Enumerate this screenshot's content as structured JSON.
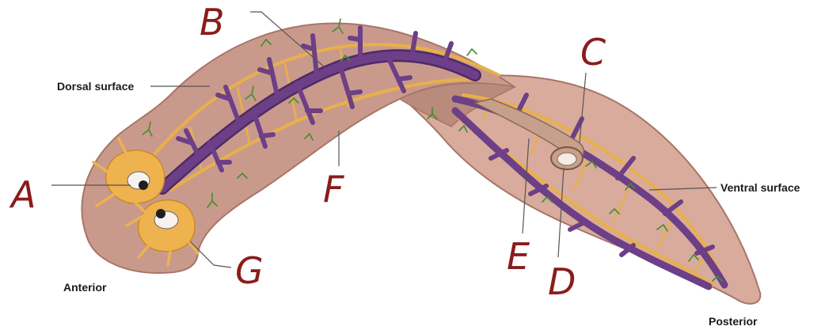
{
  "labels": {
    "dorsal_surface": "Dorsal surface",
    "ventral_surface": "Ventral surface",
    "anterior": "Anterior",
    "posterior": "Posterior"
  },
  "letters": {
    "a": "A",
    "b": "B",
    "c": "C",
    "d": "D",
    "e": "E",
    "f": "F",
    "g": "G"
  },
  "colors": {
    "body": "#c99a8c",
    "body_edge": "#a77567",
    "ventral_body": "#d8ab9c",
    "gut": "#6d3f86",
    "gut_dark": "#4e2a66",
    "nerve": "#e8b04a",
    "ganglion": "#eeb24e",
    "pharynx": "#c7a08c",
    "glands": "#3f8f2a",
    "handwriting": "#8a1c1c"
  }
}
